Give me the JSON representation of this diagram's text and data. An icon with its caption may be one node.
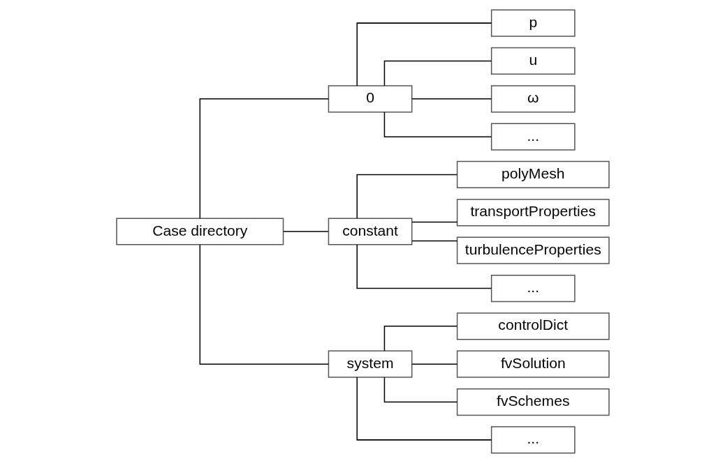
{
  "diagram": {
    "nodes": [
      {
        "text": [
          "Case directory"
        ]
      },
      {
        "text": [
          "0"
        ]
      },
      {
        "text": [
          "constant"
        ]
      },
      {
        "text": [
          "system"
        ]
      },
      {
        "text": [
          "p"
        ]
      },
      {
        "text": [
          "u"
        ]
      },
      {
        "text": [
          "ω"
        ]
      },
      {
        "text": [
          "..."
        ]
      },
      {
        "text": [
          "polyMesh"
        ]
      },
      {
        "text": [
          "transportProperties"
        ]
      },
      {
        "text": [
          "turbulenceProperties"
        ]
      },
      {
        "text": [
          "..."
        ]
      },
      {
        "text": [
          "controlDict"
        ]
      },
      {
        "text": [
          "fvSolution"
        ]
      },
      {
        "text": [
          "fvSchemes"
        ]
      },
      {
        "text": [
          "..."
        ]
      }
    ],
    "edges": [
      {
        "from": 0,
        "to": 1,
        "arrow": "none"
      },
      {
        "from": 0,
        "to": 2,
        "arrow": "none"
      },
      {
        "from": 0,
        "to": 3,
        "arrow": "none"
      },
      {
        "from": 1,
        "to": 4,
        "arrow": "none"
      },
      {
        "from": 1,
        "to": 5,
        "arrow": "none"
      },
      {
        "from": 1,
        "to": 6,
        "arrow": "none"
      },
      {
        "from": 1,
        "to": 7,
        "arrow": "none"
      },
      {
        "from": 2,
        "to": 8,
        "arrow": "none"
      },
      {
        "from": 2,
        "to": 9,
        "arrow": "none"
      },
      {
        "from": 2,
        "to": 10,
        "arrow": "none"
      },
      {
        "from": 2,
        "to": 11,
        "arrow": "none"
      },
      {
        "from": 3,
        "to": 12,
        "arrow": "none"
      },
      {
        "from": 3,
        "to": 13,
        "arrow": "none"
      },
      {
        "from": 3,
        "to": 14,
        "arrow": "none"
      },
      {
        "from": 3,
        "to": 15,
        "arrow": "none"
      }
    ]
  }
}
